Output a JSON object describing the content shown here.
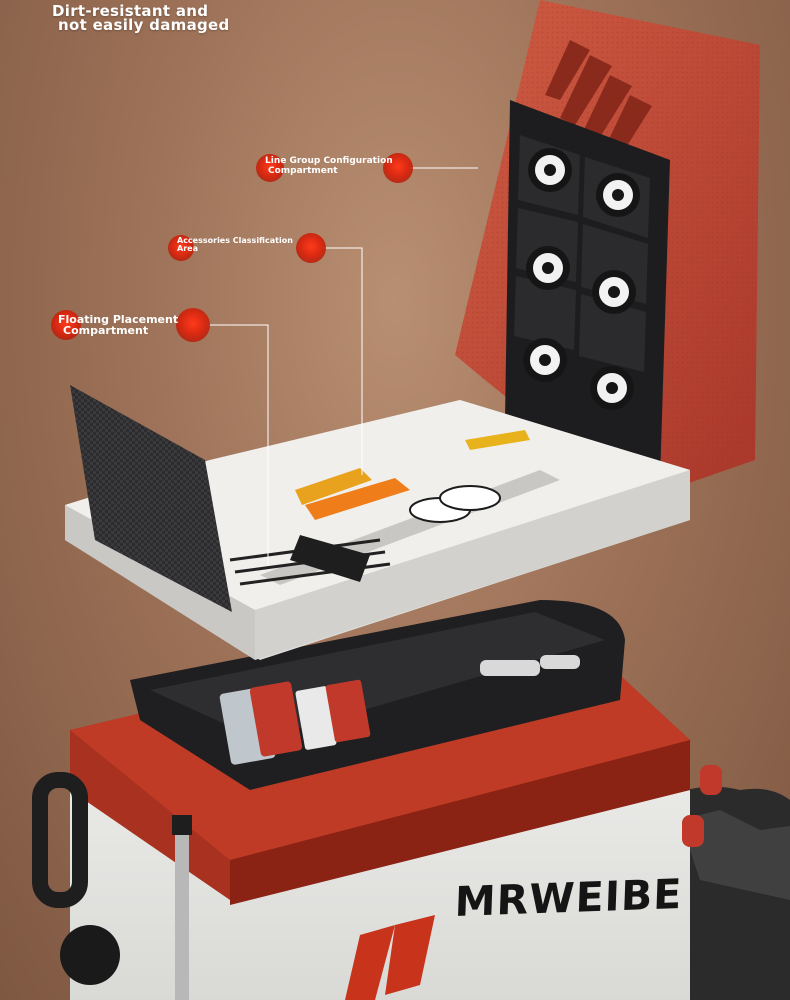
{
  "headline": {
    "line1": "Dirt-resistant and",
    "line2": "not easily damaged"
  },
  "callouts": [
    {
      "line1": "Line Group Configuration",
      "line2": "Compartment"
    },
    {
      "line1": "Accessories Classification",
      "line2": "Area"
    },
    {
      "line1": "Floating Placement",
      "line2": "Compartment"
    }
  ],
  "brand": {
    "name": "MRWEIBE"
  },
  "colors": {
    "background": "#9d7258",
    "accent_red": "#b8321f",
    "lid_red": "#c4533b",
    "tray_white": "#ecebe7",
    "callout_dot": "#d92a12",
    "dark": "#1d1d1f"
  }
}
